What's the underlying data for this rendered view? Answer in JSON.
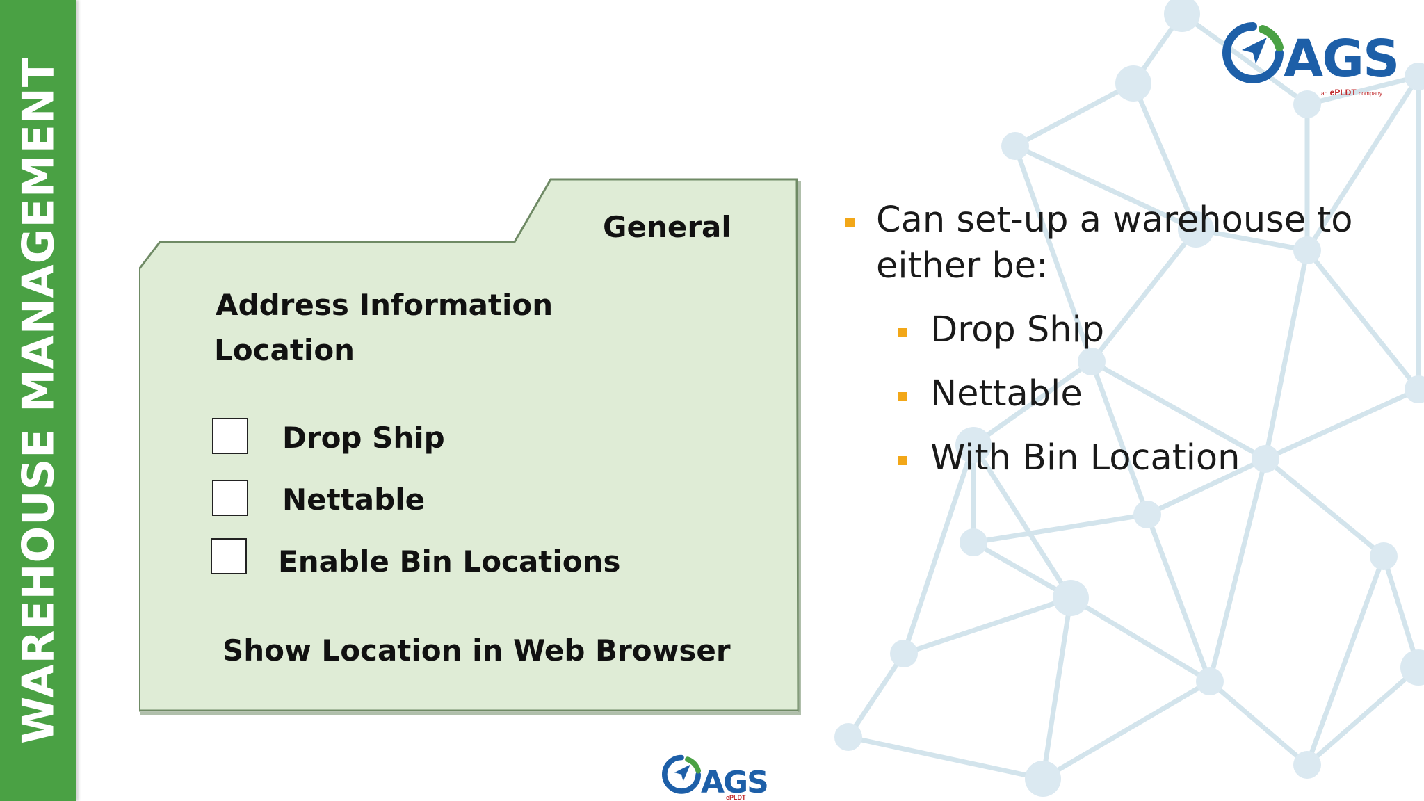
{
  "sidebar": {
    "title": "WAREHOUSE MANAGEMENT",
    "color": "#4aa144"
  },
  "logo": {
    "wordmark": "AGS",
    "tagline_prefix": "an",
    "tagline_brand": "ePLDT",
    "tagline_suffix": "company",
    "brand_blue": "#1d5fa8",
    "brand_green": "#4aa144",
    "brand_red": "#c0292b"
  },
  "folder": {
    "fill": "#dfecd6",
    "border": "#6f8a65",
    "tab_label": "General",
    "address_line1": "Address Information",
    "address_line2": "Location",
    "checkboxes": [
      {
        "label": "Drop Ship",
        "checked": false
      },
      {
        "label": "Nettable",
        "checked": false
      },
      {
        "label": "Enable Bin Locations",
        "checked": false
      }
    ],
    "show_link": "Show Location in Web Browser"
  },
  "bullets": {
    "main_line1": "Can set-up a warehouse to",
    "main_line2": "either be:",
    "sub": [
      "Drop Ship",
      "Nettable",
      "With Bin Location"
    ],
    "bullet_color": "#f2a718"
  }
}
